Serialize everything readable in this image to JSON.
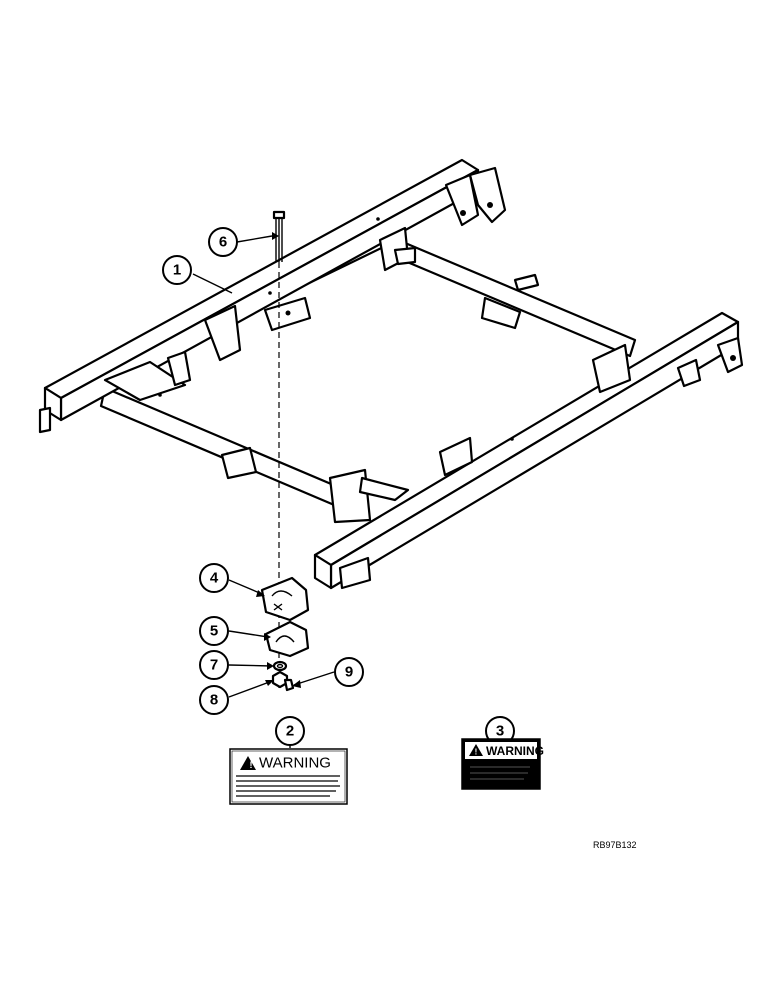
{
  "callouts": {
    "c1": "1",
    "c2": "2",
    "c3": "3",
    "c4": "4",
    "c5": "5",
    "c6": "6",
    "c7": "7",
    "c8": "8",
    "c9": "9"
  },
  "decals": {
    "decal_2_title": "WARNING",
    "decal_3_title": "WARNING"
  },
  "reference_code": "RB97B132"
}
